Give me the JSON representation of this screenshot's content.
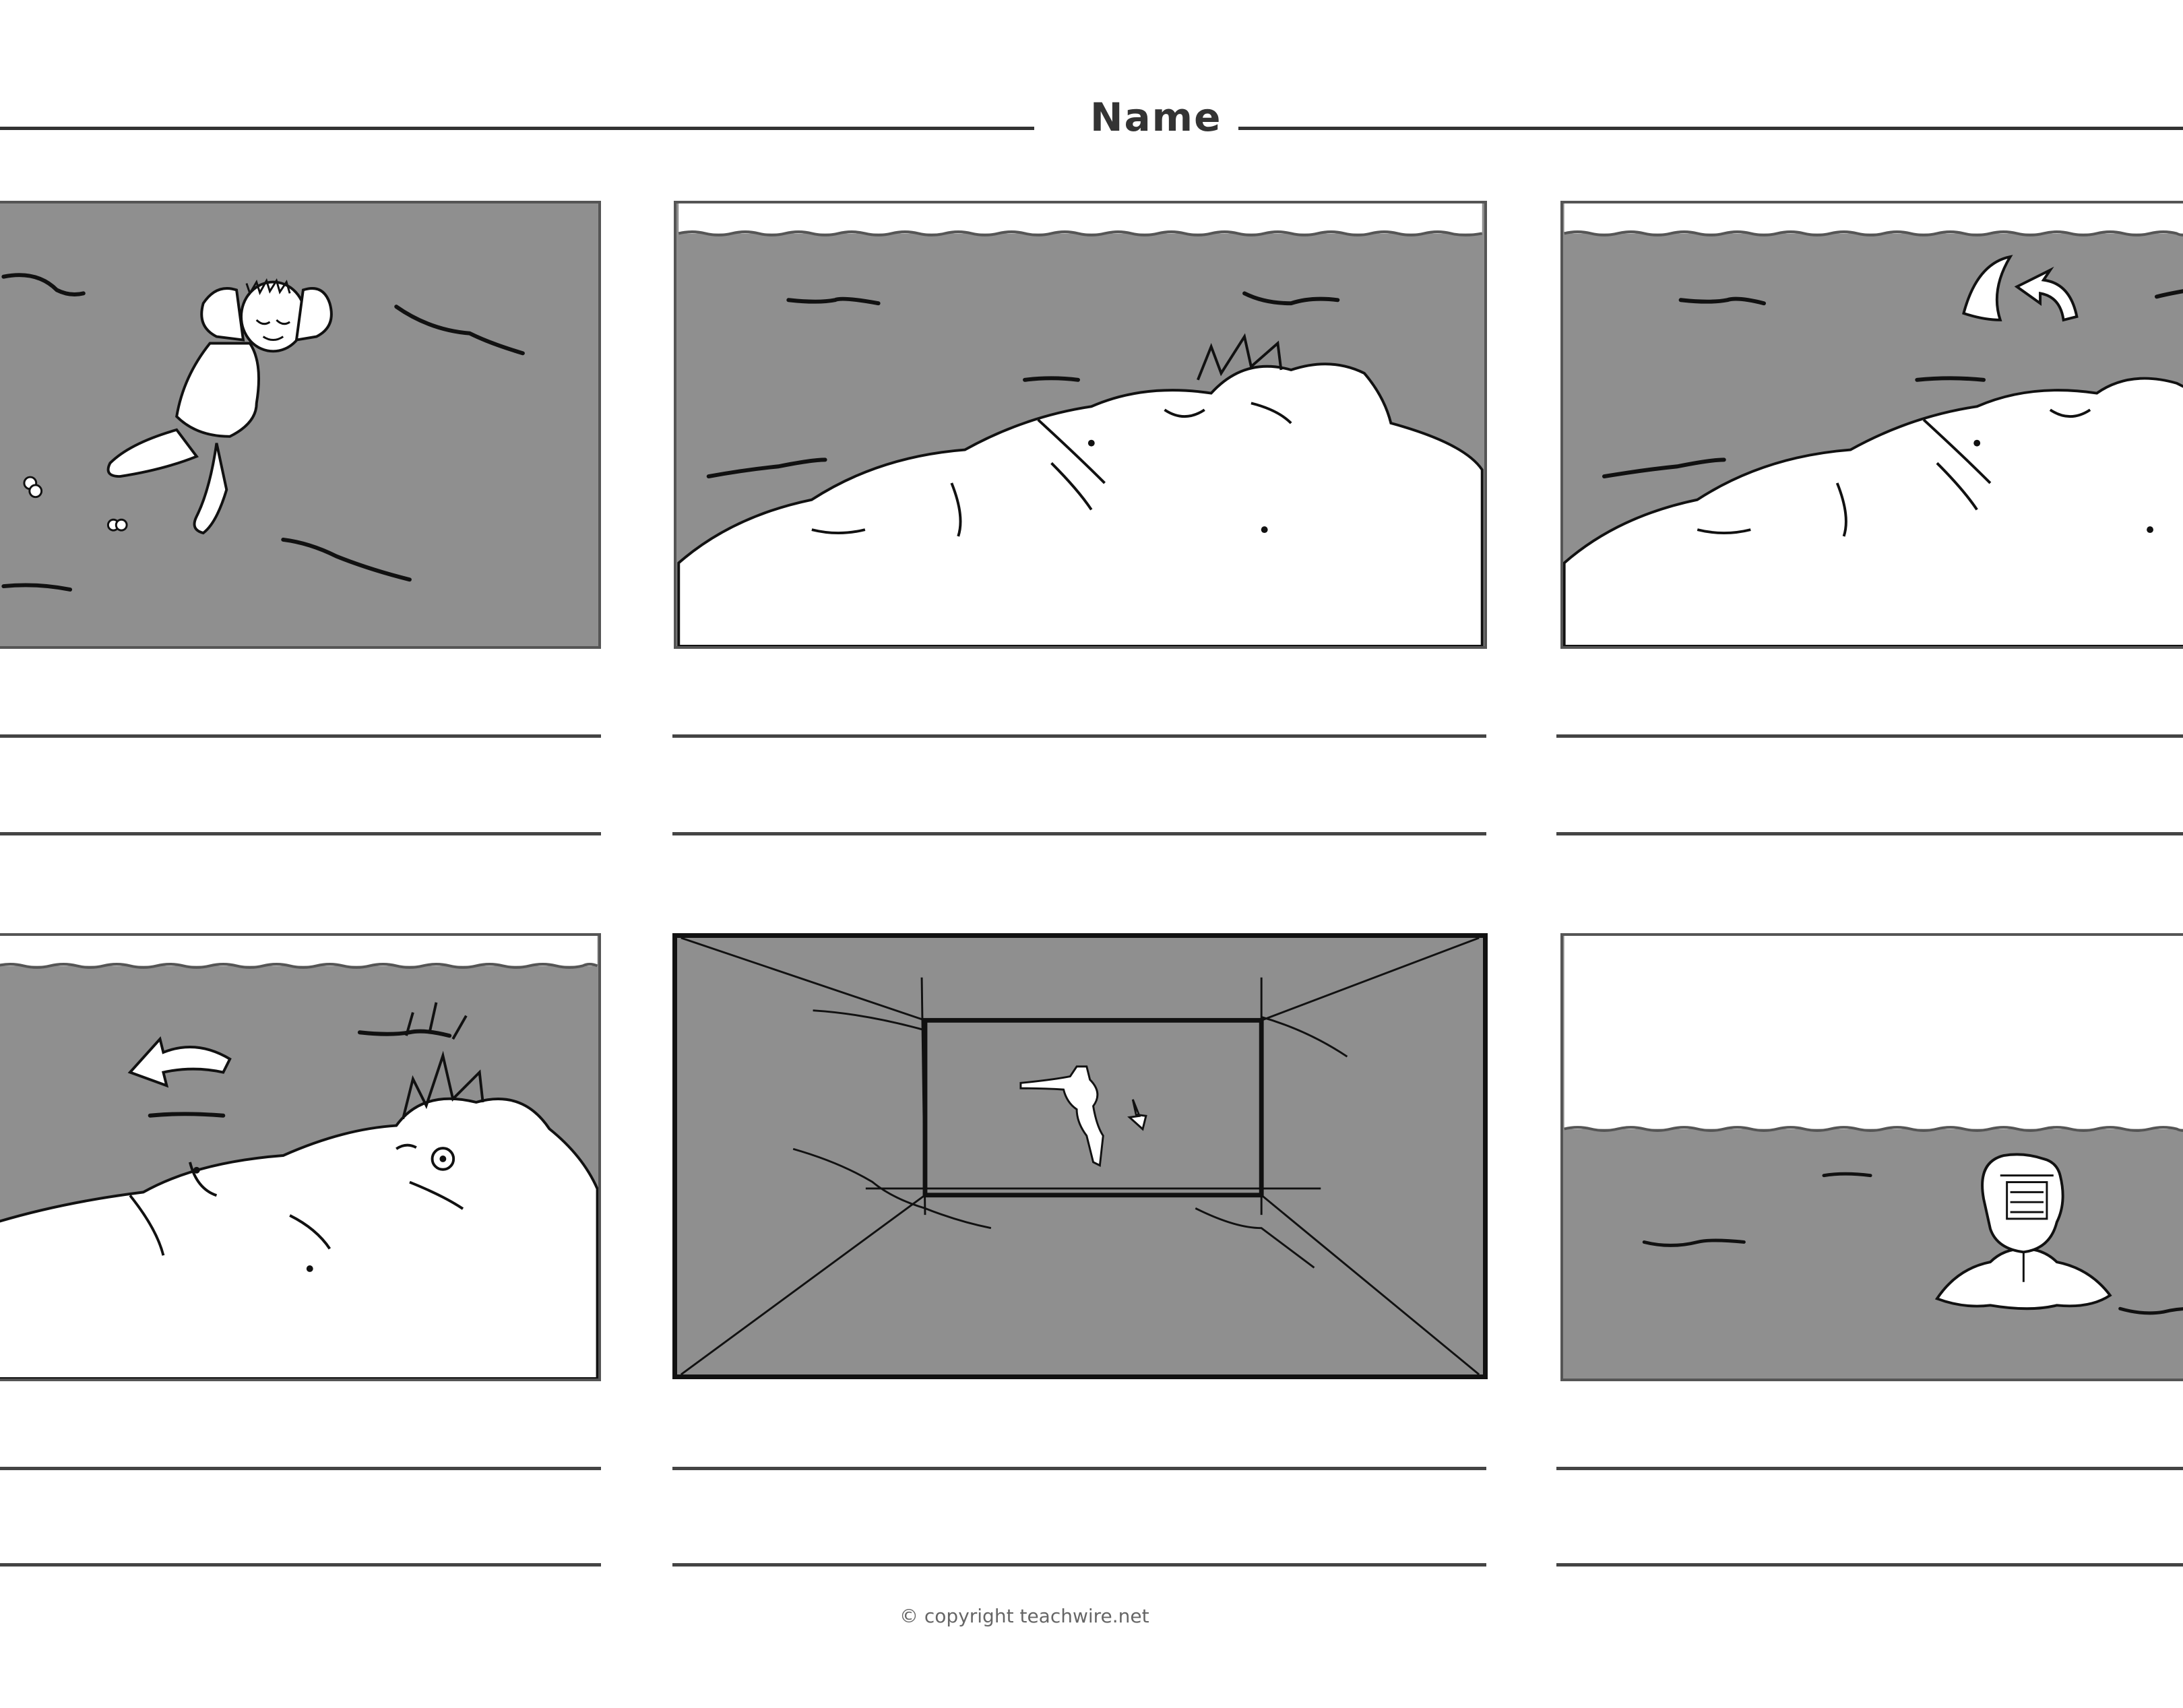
{
  "header": {
    "name_label": "Name"
  },
  "footer": {
    "copyright": "© copyright teachwire.net"
  },
  "panels": [
    {
      "id": "panel-1",
      "scene": "floating-from-above"
    },
    {
      "id": "panel-2",
      "scene": "floating-close-up"
    },
    {
      "id": "panel-3",
      "scene": "shark-fin-approaching"
    },
    {
      "id": "panel-4",
      "scene": "swimmer-startled"
    },
    {
      "id": "panel-5",
      "scene": "underwater-kick"
    },
    {
      "id": "panel-6",
      "scene": "swimmer-surfacing"
    }
  ],
  "colors": {
    "water": "#8f8f8f",
    "ink": "#111111",
    "lines": "#444444"
  }
}
